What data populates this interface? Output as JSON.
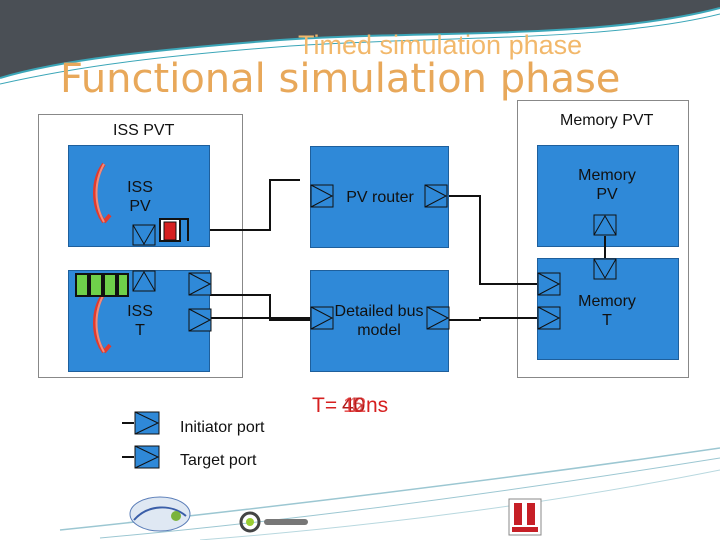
{
  "header": {
    "title_back": "Timed simulation phase",
    "title_front": "Functional simulation phase"
  },
  "iss_pvt": {
    "label": "ISS PVT",
    "iss_pv": {
      "line1": "ISS",
      "line2": "PV"
    },
    "iss_t": {
      "line1": "ISS",
      "line2": "T"
    }
  },
  "center": {
    "pv_router": "PV router",
    "bus_model": {
      "line1": "Detailed bus",
      "line2": "model"
    }
  },
  "memory_pvt": {
    "label": "Memory PVT",
    "memory_pv": {
      "line1": "Memory",
      "line2": "PV"
    },
    "memory_t": {
      "line1": "Memory",
      "line2": "T"
    }
  },
  "time": {
    "prefix": "T=",
    "values": [
      "40",
      "12",
      "5",
      "1"
    ],
    "unit": "ns"
  },
  "legend": {
    "initiator": "Initiator port",
    "target": "Target port"
  },
  "logos": {
    "aerospace": "aerospace valley",
    "socket": "SoCKET",
    "right": "CNRS"
  },
  "colors": {
    "title": "#e8a85a",
    "block": "#2f89d8",
    "time_overlap_red": "#d62020",
    "buffer_green": "#6fd04a"
  }
}
